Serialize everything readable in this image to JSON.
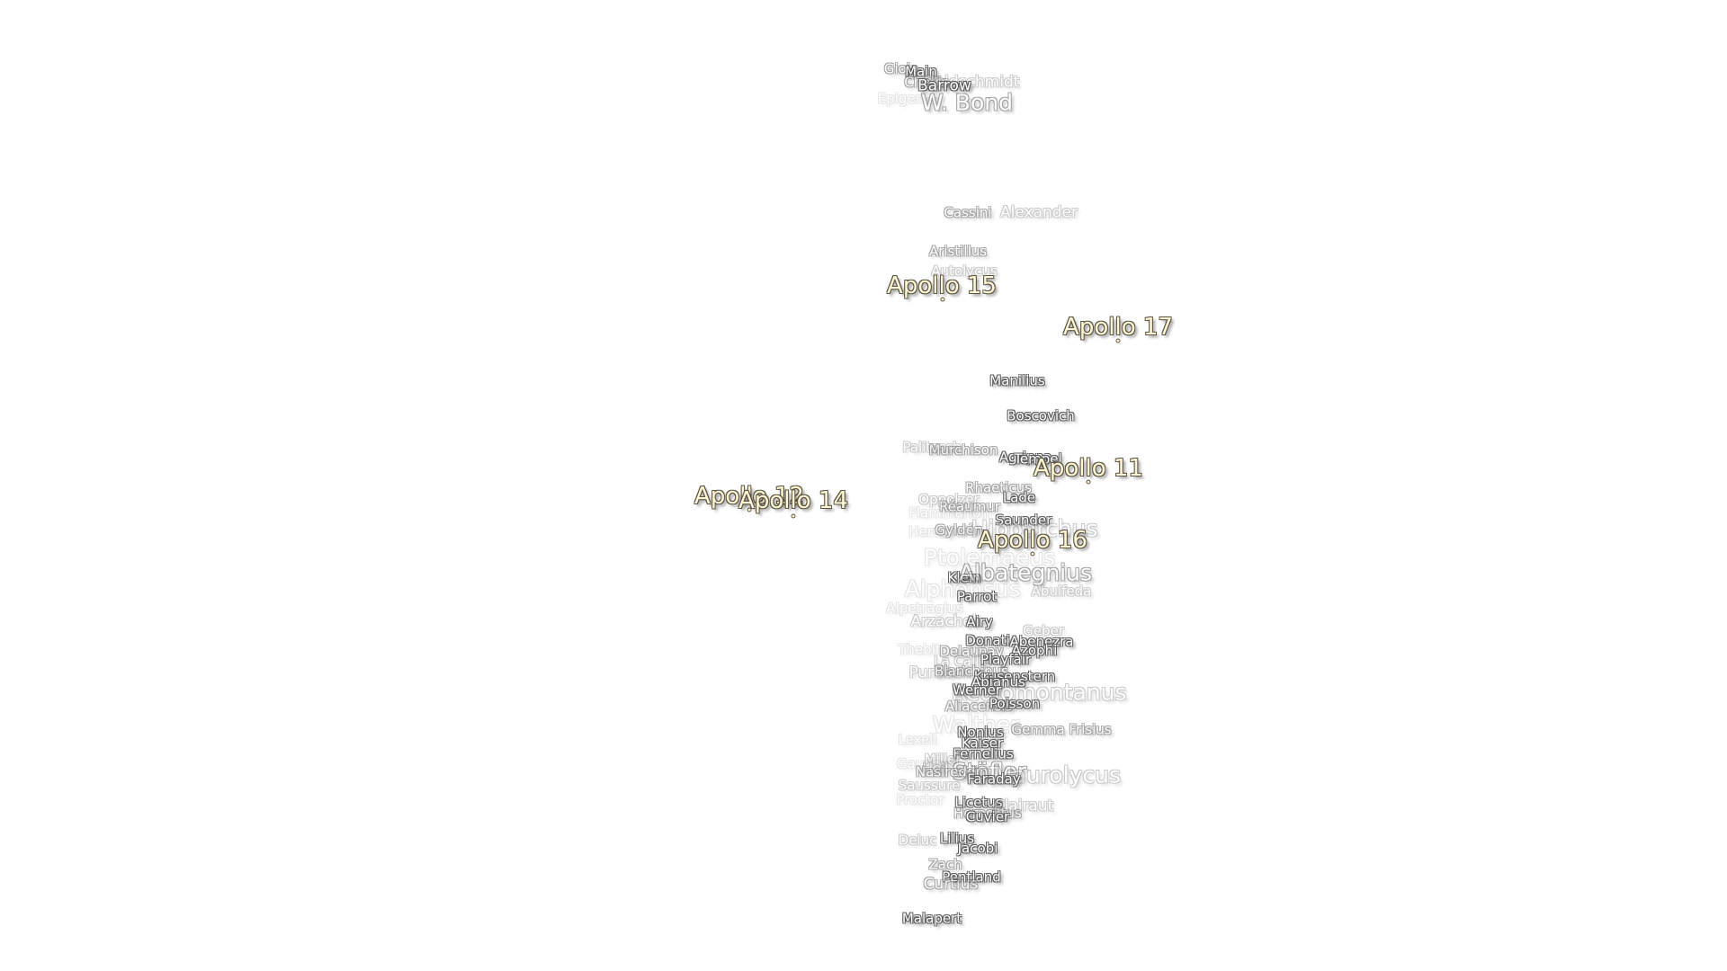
{
  "labels": [
    "Gioja",
    "Challis",
    "Main",
    "Goldschmidt",
    "Barrow",
    "Epigenes",
    "W. Bond",
    "Cassini",
    "Alexander",
    "Aristillus",
    "Autolycus",
    "Manilius",
    "Boscovich",
    "Palitzsch",
    "Murchison",
    "Agrippa",
    "Tempel",
    "Rhaeticus",
    "Lade",
    "Oppolzer",
    "Réaumur",
    "Flammarion",
    "Saunder",
    "Herschel",
    "Gyldén",
    "Hipparchus",
    "Ptolemaeus",
    "Klein",
    "Albategnius",
    "Alphonsus",
    "Abulfeda",
    "Parrot",
    "Alpetragius",
    "Arzachel",
    "Airy",
    "Geber",
    "Thebit",
    "Donati",
    "Abenezra",
    "Delaunay",
    "Azophi",
    "La Caille",
    "Playfair",
    "Purbach",
    "Blanchinus",
    "Krusenstern",
    "Apianus",
    "Regiomontanus",
    "Werner",
    "Aliacensis",
    "Poisson",
    "Walther",
    "Nonius",
    "Gemma Frisius",
    "Kaiser",
    "Lexell",
    "Fernelius",
    "Gauricus",
    "Miller",
    "Stöfler",
    "Maurolycus",
    "Hell",
    "Nasireddin",
    "Faraday",
    "Saussure",
    "Licetus",
    "Proctor",
    "Heraclitus",
    "Cuvier",
    "Clairaut",
    "Lilius",
    "Deluc",
    "Jacobi",
    "Zach",
    "Pentland",
    "Curtius",
    "Malapert"
  ],
  "apollo_sites": [
    "Apollo 15",
    "Apollo 17",
    "Apollo 11",
    "Apollo 12",
    "Apollo 14",
    "Apollo 16"
  ]
}
